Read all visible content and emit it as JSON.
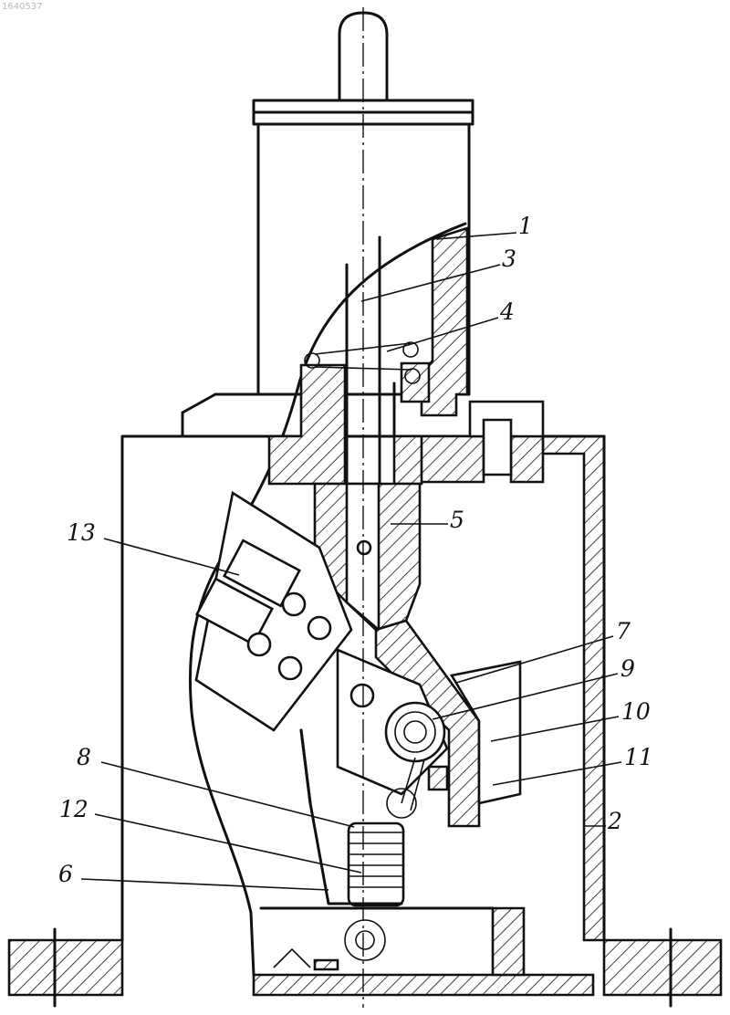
{
  "corner_code": "1640537",
  "callouts": [
    {
      "id": "1",
      "text": "1"
    },
    {
      "id": "3",
      "text": "3"
    },
    {
      "id": "4",
      "text": "4"
    },
    {
      "id": "5",
      "text": "5"
    },
    {
      "id": "13",
      "text": "13"
    },
    {
      "id": "7",
      "text": "7"
    },
    {
      "id": "9",
      "text": "9"
    },
    {
      "id": "10",
      "text": "10"
    },
    {
      "id": "11",
      "text": "11"
    },
    {
      "id": "8",
      "text": "8"
    },
    {
      "id": "2",
      "text": "2"
    },
    {
      "id": "12",
      "text": "12"
    },
    {
      "id": "6",
      "text": "6"
    }
  ]
}
